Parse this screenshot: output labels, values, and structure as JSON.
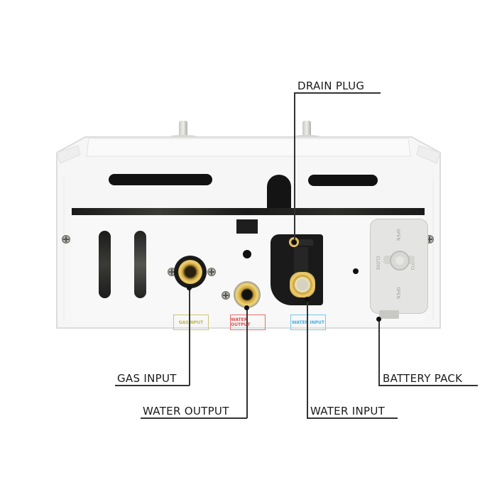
{
  "callouts": {
    "drain_plug": "DRAIN PLUG",
    "gas_input": "GAS INPUT",
    "water_output": "WATER OUTPUT",
    "water_input": "WATER INPUT",
    "battery_pack": "BATTERY PACK"
  },
  "panel_tags": {
    "gas_input": {
      "label": "GASINPUT",
      "color": "#b8b84a"
    },
    "water_output": {
      "label": "WATER OUTPUT",
      "color": "#e84a4a"
    },
    "water_input": {
      "label": "WATER INPUT",
      "color": "#4aaee0"
    }
  },
  "battery_cover": {
    "labels": [
      "OPEN",
      "CLOSE",
      "CLOSE",
      "OPEN"
    ]
  },
  "colors": {
    "body": "#f4f4f4",
    "outline": "#d8d8d8",
    "brass": "#c9a03a",
    "battery_cover": "#e2e2e0"
  }
}
